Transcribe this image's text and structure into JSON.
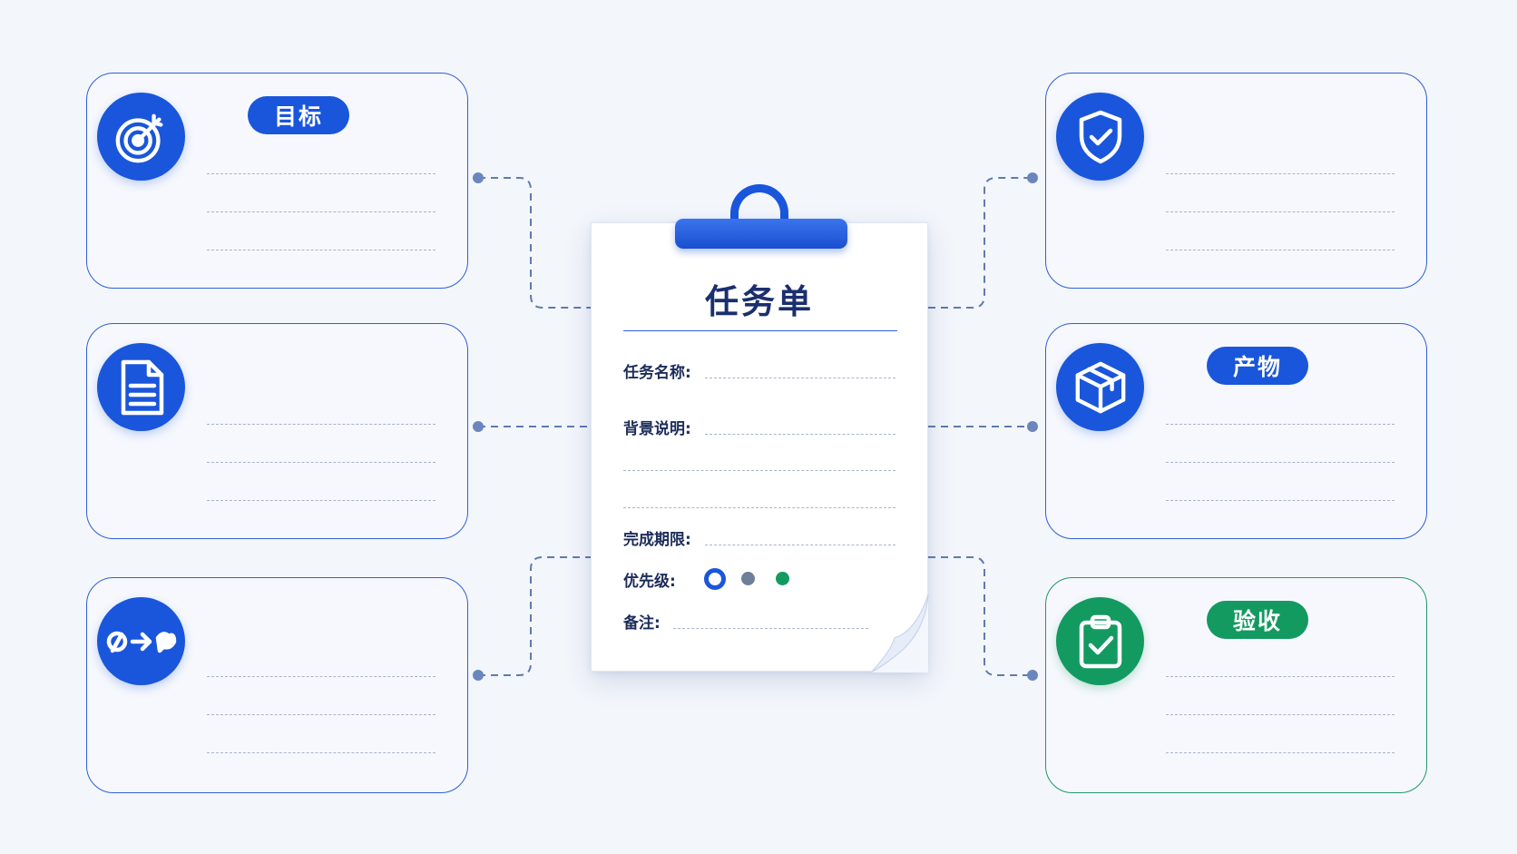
{
  "sheet": {
    "title": "任务单",
    "fields": {
      "task_name": "任务名称:",
      "background": "背景说明:",
      "deadline": "完成期限:",
      "priority": "优先级:",
      "notes": "备注:"
    },
    "priority_colors": [
      "#1a56db",
      "#6e7f99",
      "#139a61"
    ]
  },
  "cards": {
    "goal": {
      "label": "目标",
      "icon": "target-icon"
    },
    "background": {
      "label": "",
      "icon": "document-icon"
    },
    "method": {
      "label": "",
      "icon": "workflow-icon"
    },
    "constraints": {
      "label": "",
      "icon": "shield-check-icon"
    },
    "deliverable": {
      "label": "产物",
      "icon": "package-icon"
    },
    "acceptance": {
      "label": "验收",
      "icon": "clipboard-check-icon"
    }
  },
  "colors": {
    "accent": "#1a56db",
    "success": "#139a61",
    "border": "#2f5fd6",
    "background": "#f3f6fb"
  }
}
